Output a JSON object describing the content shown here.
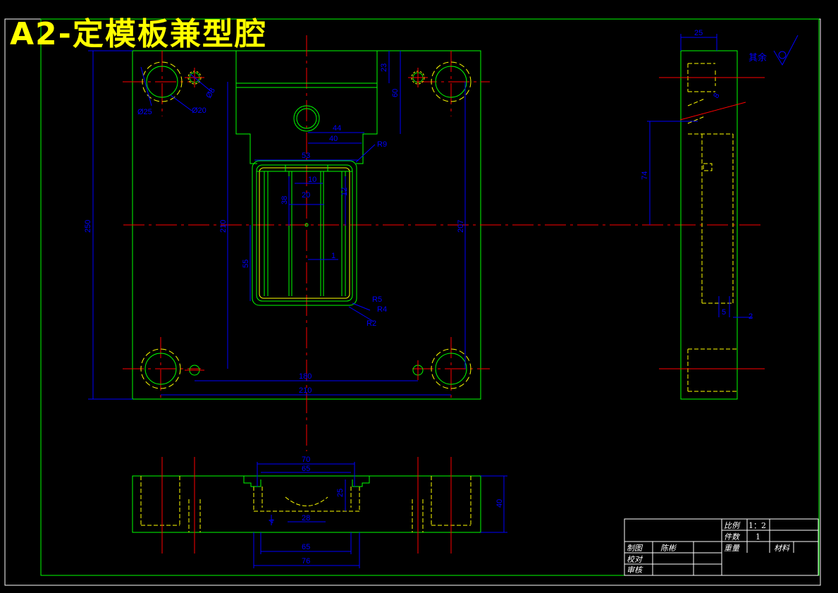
{
  "title": "A2-定模板兼型腔",
  "colors": {
    "background": "#000000",
    "outline": "#00ff00",
    "hidden": "#ffff00",
    "center": "#ff0000",
    "dimension": "#0000ff",
    "text": "#ffffff",
    "title": "#ffff00"
  },
  "roughness": {
    "label": "其余"
  },
  "front_view": {
    "dims": {
      "d250": "250",
      "d210": "210",
      "d207": "207",
      "d55": "55",
      "d23": "23",
      "d60": "60",
      "d44": "44",
      "d40": "40",
      "d53": "53",
      "d10": "10",
      "d38": "38",
      "d20": "20",
      "d12": "12",
      "d1": "1",
      "r9": "R9",
      "r5": "R5",
      "r4": "R4",
      "r2": "R2",
      "phi25": "Ø25",
      "phi20": "Ø20",
      "phi8": "Ø8",
      "d180": "180",
      "d210b": "210"
    }
  },
  "side_view": {
    "dims": {
      "d25": "25",
      "d74": "74",
      "d5": "5",
      "d2": "2",
      "d8": "8"
    }
  },
  "top_view": {
    "dims": {
      "d70": "70",
      "d65": "65",
      "d25": "25",
      "d40": "40",
      "d4": "4",
      "d28": "28",
      "d65b": "65",
      "d76": "76"
    }
  },
  "title_block": {
    "scale_label": "比例",
    "scale_value": "1：2",
    "count_label": "件数",
    "count_value": "1",
    "drawn_label": "制图",
    "drawn_name": "陈彬",
    "weight_label": "重量",
    "material_label": "材料",
    "check_label": "校对",
    "review_label": "审核"
  }
}
